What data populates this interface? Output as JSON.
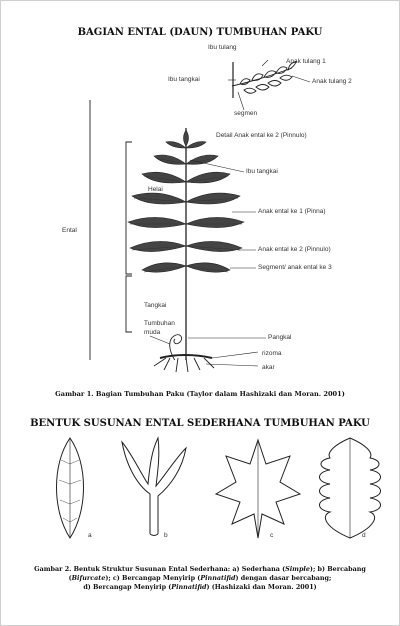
{
  "figure1": {
    "title": "BAGIAN ENTAL (DAUN) TUMBUHAN PAKU",
    "detail_labels": {
      "ibu_tulang": "Ibu tulang",
      "anak_tulang_1": "Anak tulang 1",
      "ibu_tangkai": "Ibu tangkai",
      "anak_tulang_2": "Anak tulang 2",
      "segmen": "segmen",
      "detail_caption": "Detail Anak ental ke 2 (Pinnulo)"
    },
    "left_labels": {
      "helai": "Helai",
      "ental": "Ental",
      "tangkai": "Tangkai",
      "tumbuhan": "Tumbuhan",
      "muda": "muda"
    },
    "right_labels": {
      "ibu_tangkai": "Ibu tangkai",
      "anak_ental_1": "Anak ental ke 1 (Pinna)",
      "anak_ental_2": "Anak ental ke 2 (Pinnulo)",
      "segment": "Segment/ anak ental  ke 3",
      "pangkal": "Pangkal",
      "rizoma": "rizoma",
      "akar": "akar"
    },
    "caption": "Gambar 1. Bagian Tumbuhan Paku (Taylor dalam Hashizaki dan Moran. 2001)"
  },
  "figure2": {
    "title": "BENTUK SUSUNAN ENTAL SEDERHANA TUMBUHAN PAKU",
    "panel_letters": [
      "a",
      "b",
      "c",
      "d"
    ],
    "caption_line1_pre": "Gambar 2. Bentuk Struktur Susunan Ental Sederhana: a) Sederhana (",
    "caption_line1_simple": "Simple",
    "caption_line1_mid": "); b) Bercabang",
    "caption_line2_open": "(",
    "caption_line2_furcate": "Bifurcate",
    "caption_line2_mid": "); c) Bercangap Menyirip (",
    "caption_line2_pinnatifid": "Pinnatifid",
    "caption_line2_end": ") dengan dasar bercabang;",
    "caption_line3_pre": "d) Bercangap Menyirip (",
    "caption_line3_pinnatifid": "Pinnatifid",
    "caption_line3_end": ") (Hashizaki dan Moran. 2001)"
  }
}
